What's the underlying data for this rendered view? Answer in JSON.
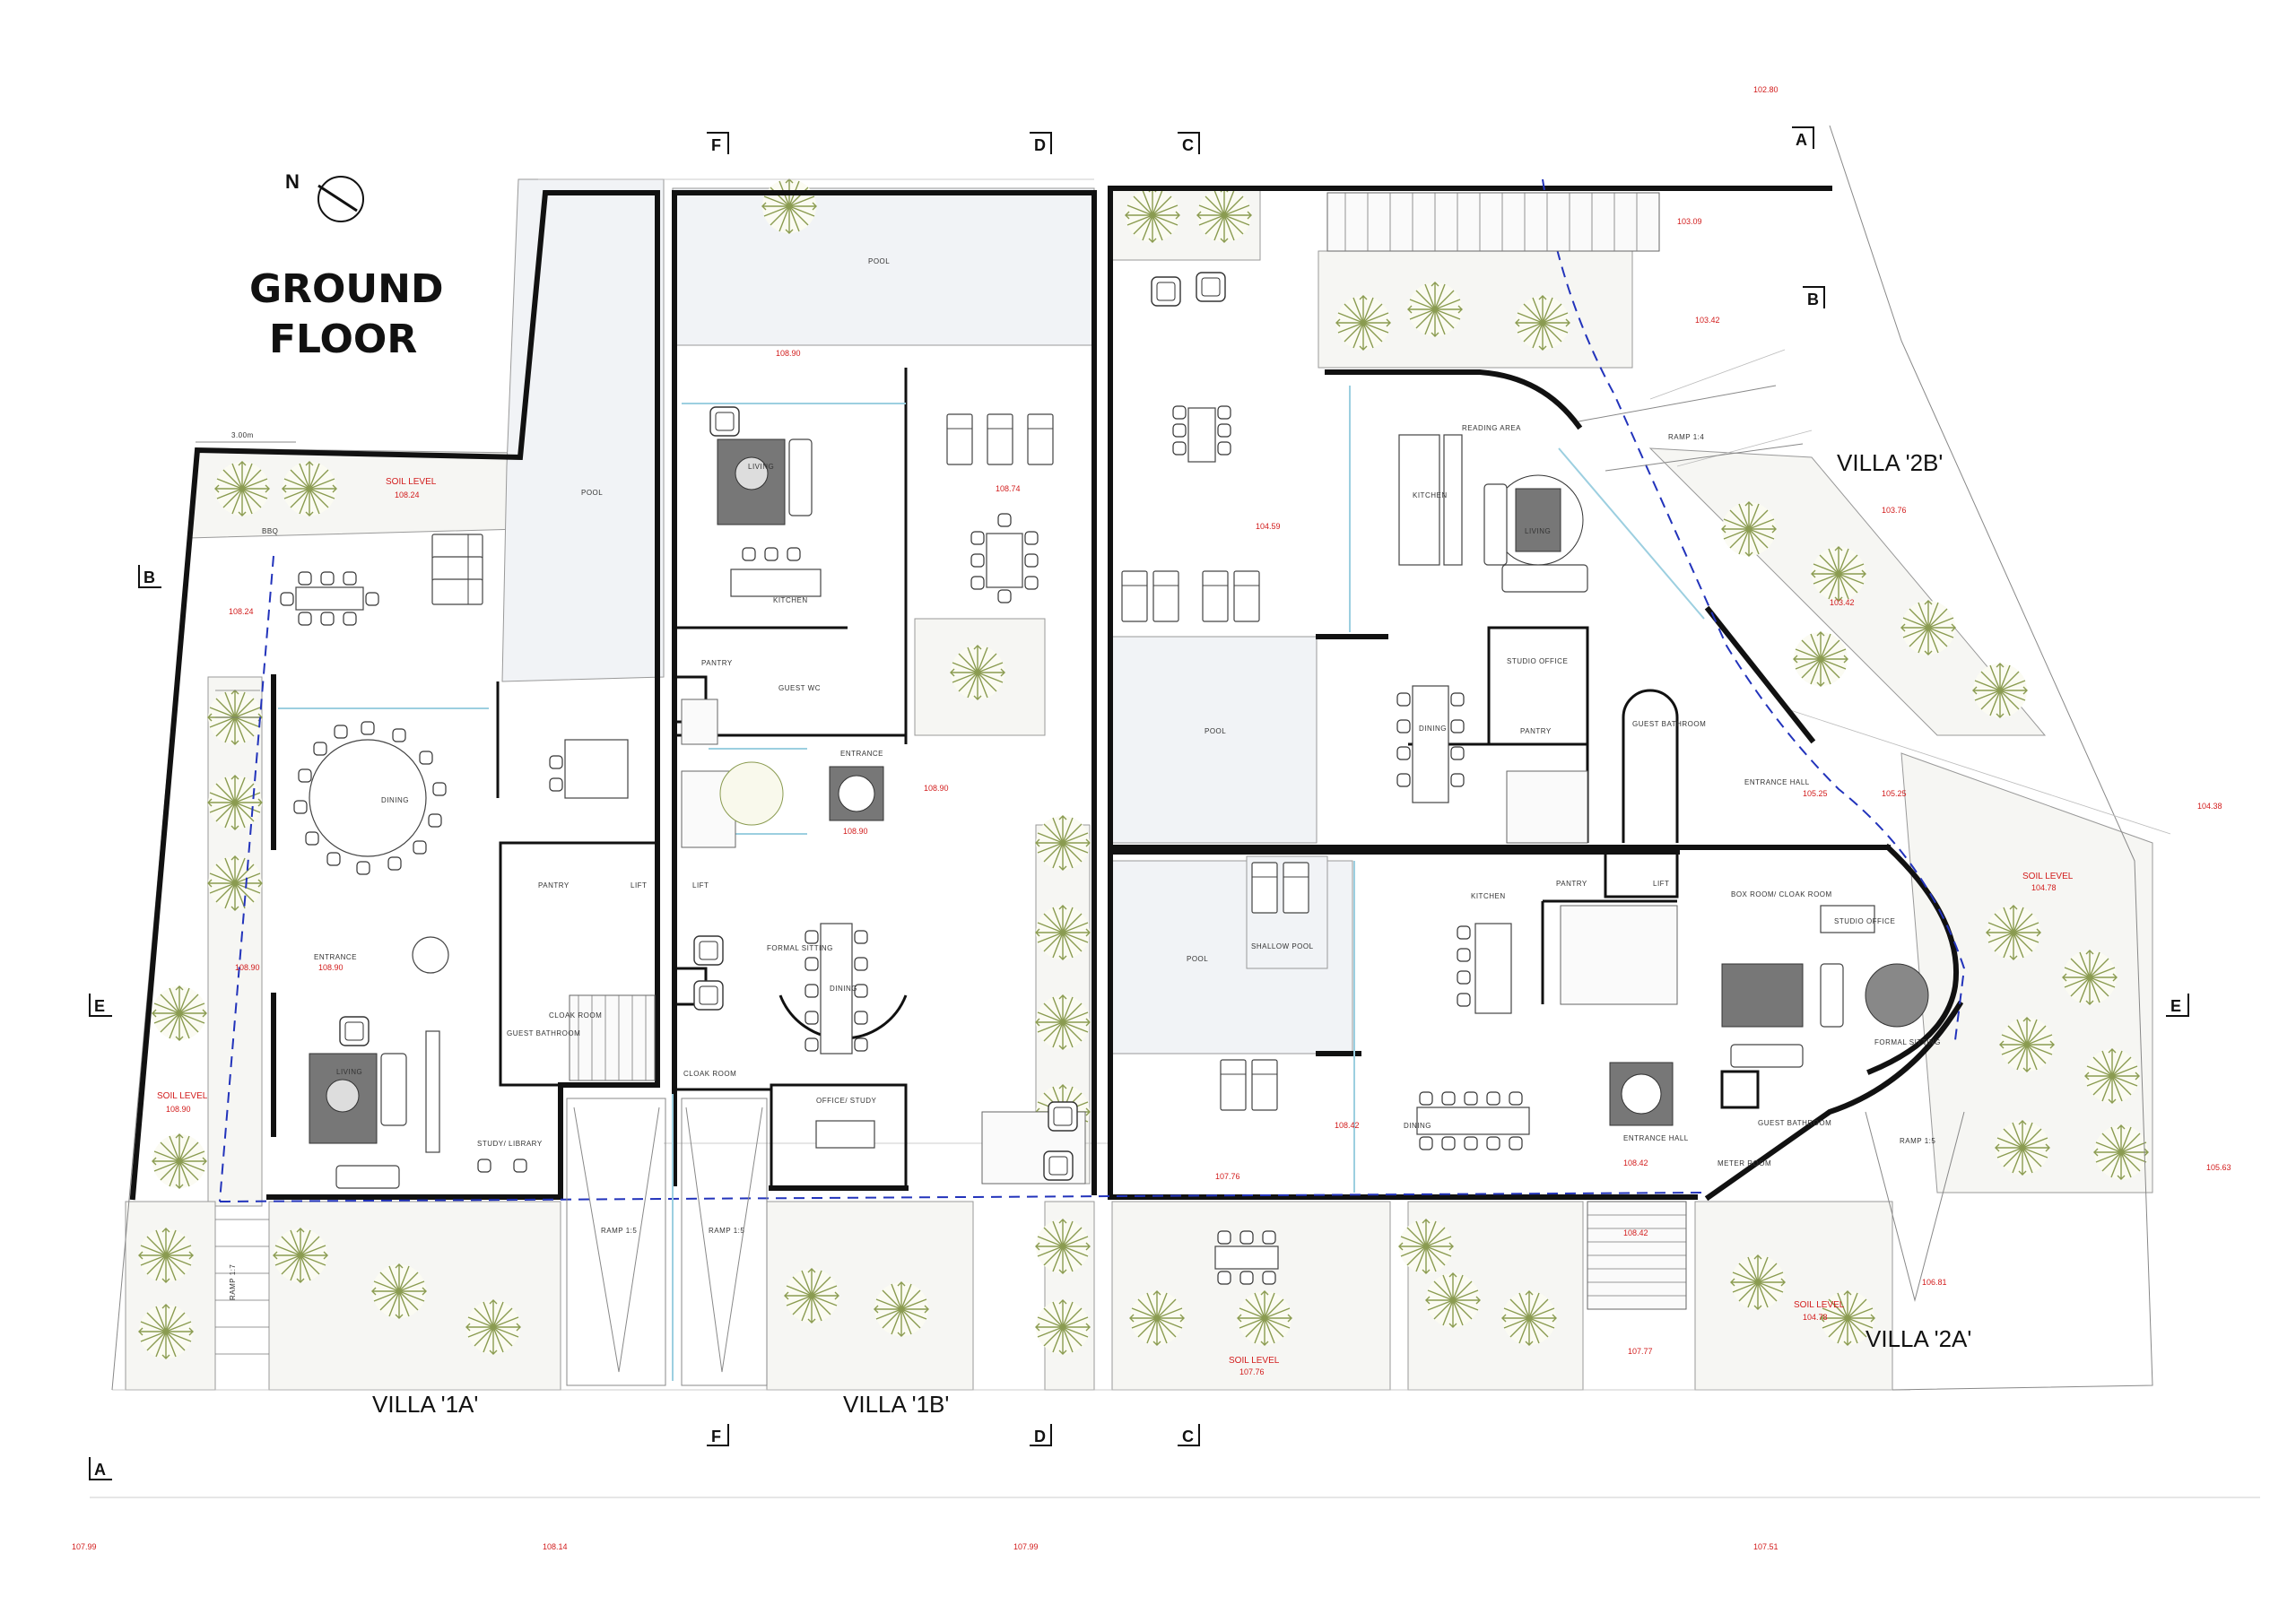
{
  "title": {
    "line1": "GROUND",
    "line2": "FLOOR"
  },
  "north": {
    "label": "N"
  },
  "villas": {
    "v1a": "VILLA '1A'",
    "v1b": "VILLA '1B'",
    "v2a": "VILLA '2A'",
    "v2b": "VILLA '2B'"
  },
  "sections": {
    "a": "A",
    "b": "B",
    "c": "C",
    "d": "D",
    "e": "E",
    "f": "F"
  },
  "dimension": "3.00m",
  "rooms": {
    "pool": "POOL",
    "living": "LIVING",
    "kitchen": "KITCHEN",
    "dining": "DINING",
    "entrance": "ENTRANCE",
    "pantry": "PANTRY",
    "lift": "LIFT",
    "cloak_room": "CLOAK ROOM",
    "guest_bathroom": "GUEST BATHROOM",
    "study_library": "STUDY/ LIBRARY",
    "guest_wc": "GUEST WC",
    "formal_sitting": "FORMAL SITTING",
    "office_study": "OFFICE/ STUDY",
    "reading_area": "READING AREA",
    "studio_office": "STUDIO OFFICE",
    "entrance_hall": "ENTRANCE HALL",
    "shallow_pool": "SHALLOW POOL",
    "box_room": "BOX ROOM/ CLOAK ROOM",
    "meter_room": "METER ROOM",
    "bbq": "BBQ",
    "ramp_15": "RAMP 1:5",
    "ramp_14": "RAMP 1:4",
    "ramp_17": "RAMP 1:7"
  },
  "levels": {
    "soil_level": "SOIL LEVEL",
    "l10890": "108.90",
    "l10824": "108.24",
    "l10874": "108.74",
    "l10459": "104.59",
    "l10376": "103.76",
    "l10342": "103.42",
    "l10309": "103.09",
    "l10280": "102.80",
    "l10525": "105.25",
    "l10438": "104.38",
    "l10478": "104.78",
    "l10563": "105.63",
    "l10842": "108.42",
    "l10776": "107.76",
    "l10777": "107.77",
    "l10799": "107.99",
    "l10814": "108.14",
    "l10751": "107.51",
    "l10681": "106.81"
  }
}
